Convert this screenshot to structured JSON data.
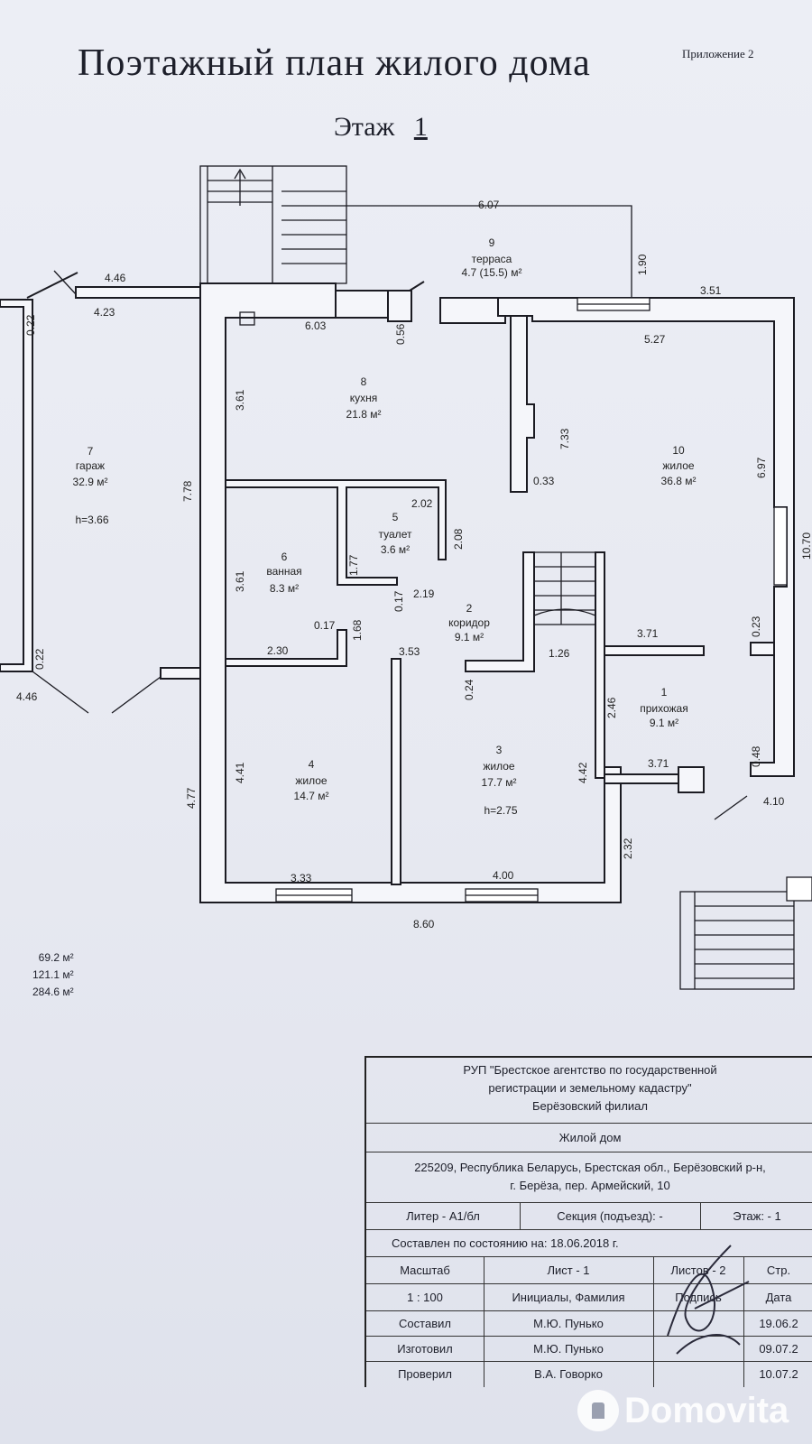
{
  "header": {
    "appendix": "Приложение 2",
    "title": "Поэтажный план жилого дома",
    "floor_label": "Этаж",
    "floor_number": "1"
  },
  "rooms": [
    {
      "num": "1",
      "name": "прихожая",
      "area": "9.1 м²"
    },
    {
      "num": "2",
      "name": "коридор",
      "area": "9.1 м²"
    },
    {
      "num": "3",
      "name": "жилое",
      "area": "17.7 м²",
      "height": "h=2.75"
    },
    {
      "num": "4",
      "name": "жилое",
      "area": "14.7 м²"
    },
    {
      "num": "5",
      "name": "туалет",
      "area": "3.6 м²"
    },
    {
      "num": "6",
      "name": "ванная",
      "area": "8.3 м²"
    },
    {
      "num": "7",
      "name": "гараж",
      "area": "32.9 м²",
      "height": "h=3.66"
    },
    {
      "num": "8",
      "name": "кухня",
      "area": "21.8 м²"
    },
    {
      "num": "9",
      "name": "терраса",
      "area": "4.7 (15.5) м²"
    },
    {
      "num": "10",
      "name": "жилое",
      "area": "36.8 м²"
    }
  ],
  "dimensions": [
    "6.07",
    "1.90",
    "3.51",
    "4.46",
    "4.23",
    "0.22",
    "6.03",
    "0.56",
    "5.27",
    "3.61",
    "7.33",
    "0.33",
    "6.97",
    "7.78",
    "2.02",
    "2.08",
    "1.77",
    "0.17",
    "2.19",
    "0.17",
    "1.68",
    "2.30",
    "3.53",
    "1.26",
    "3.71",
    "0.23",
    "10.70",
    "0.22",
    "4.46",
    "0.24",
    "2.46",
    "4.41",
    "4.42",
    "3.71",
    "0.48",
    "4.10",
    "4.77",
    "2.32",
    "3.33",
    "4.00",
    "8.60",
    "3.61"
  ],
  "area_totals": [
    "69.2 м²",
    "121.1 м²",
    "284.6 м²"
  ],
  "stamp": {
    "org_line1": "РУП \"Брестское агентство по государственной",
    "org_line2": "регистрации и земельному кадастру\"",
    "org_line3": "Берёзовский филиал",
    "object": "Жилой дом",
    "address_line1": "225209, Республика Беларусь, Брестская обл., Берёзовский р-н,",
    "address_line2": "г. Берёза, пер. Армейский, 10",
    "litera": "Литер - А1/бл",
    "section": "Секция (подъезд): -",
    "floor": "Этаж: - 1",
    "state_date": "Составлен по состоянию на: 18.06.2018 г.",
    "h_scale": "Масштаб",
    "h_sheet": "Лист - 1",
    "h_sheets": "Листов - 2",
    "h_page": "Стр.",
    "scale": "1 : 100",
    "h_names": "Инициалы, Фамилия",
    "h_sign": "Подпись",
    "h_date": "Дата",
    "rows": [
      {
        "role": "Составил",
        "name": "М.Ю. Пунько",
        "date": "19.06.2"
      },
      {
        "role": "Изготовил",
        "name": "М.Ю. Пунько",
        "date": "09.07.2"
      },
      {
        "role": "Проверил",
        "name": "В.А. Говорко",
        "date": "10.07.2"
      }
    ]
  },
  "watermark": "Domovita"
}
